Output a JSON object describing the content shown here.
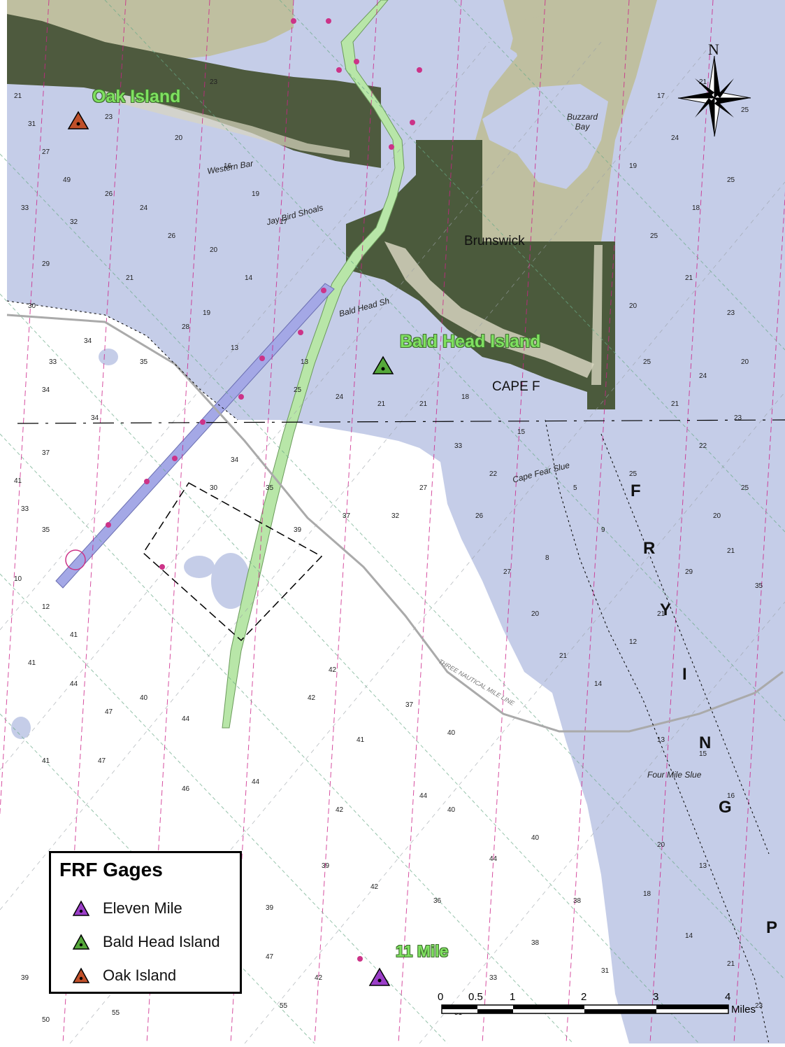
{
  "map": {
    "legend": {
      "title": "FRF Gages",
      "items": [
        {
          "label": "Eleven Mile",
          "color": "#9b3ec8"
        },
        {
          "label": "Bald Head Island",
          "color": "#55a83a"
        },
        {
          "label": "Oak Island",
          "color": "#c0502a"
        }
      ]
    },
    "site_labels": {
      "oak_island": "Oak Island",
      "bald_head_island": "Bald Head Island",
      "eleven_mile": "11 Mile"
    },
    "place_labels": {
      "brunswick": "Brunswick",
      "cape_f": "CAPE F",
      "buzzard_bay": "Buzzard Bay",
      "western_bar": "Western Bar",
      "jay_bird_shoals": "Jay Bird Shoals",
      "bald_head_shoal": "Bald Head Sh",
      "cape_fear_slue": "Cape Fear Slue",
      "four_mile_slue": "Four Mile Slue",
      "frying_pan_letters": [
        "F",
        "R",
        "Y",
        "I",
        "N",
        "G",
        "P"
      ],
      "three_nautical_mile_line": "THREE NAUTICAL MILE LINE"
    },
    "north_arrow": "N",
    "scale_bar": {
      "ticks": [
        "0",
        "0.5",
        "1",
        "2",
        "3",
        "4"
      ],
      "unit": "Miles"
    },
    "colors": {
      "shallow_water": "#c5cde8",
      "land": "#bfbfa0",
      "channel": "#b8e6a8",
      "channel_2": "#a4a8e6",
      "loran_lines": "#cc2288"
    }
  }
}
